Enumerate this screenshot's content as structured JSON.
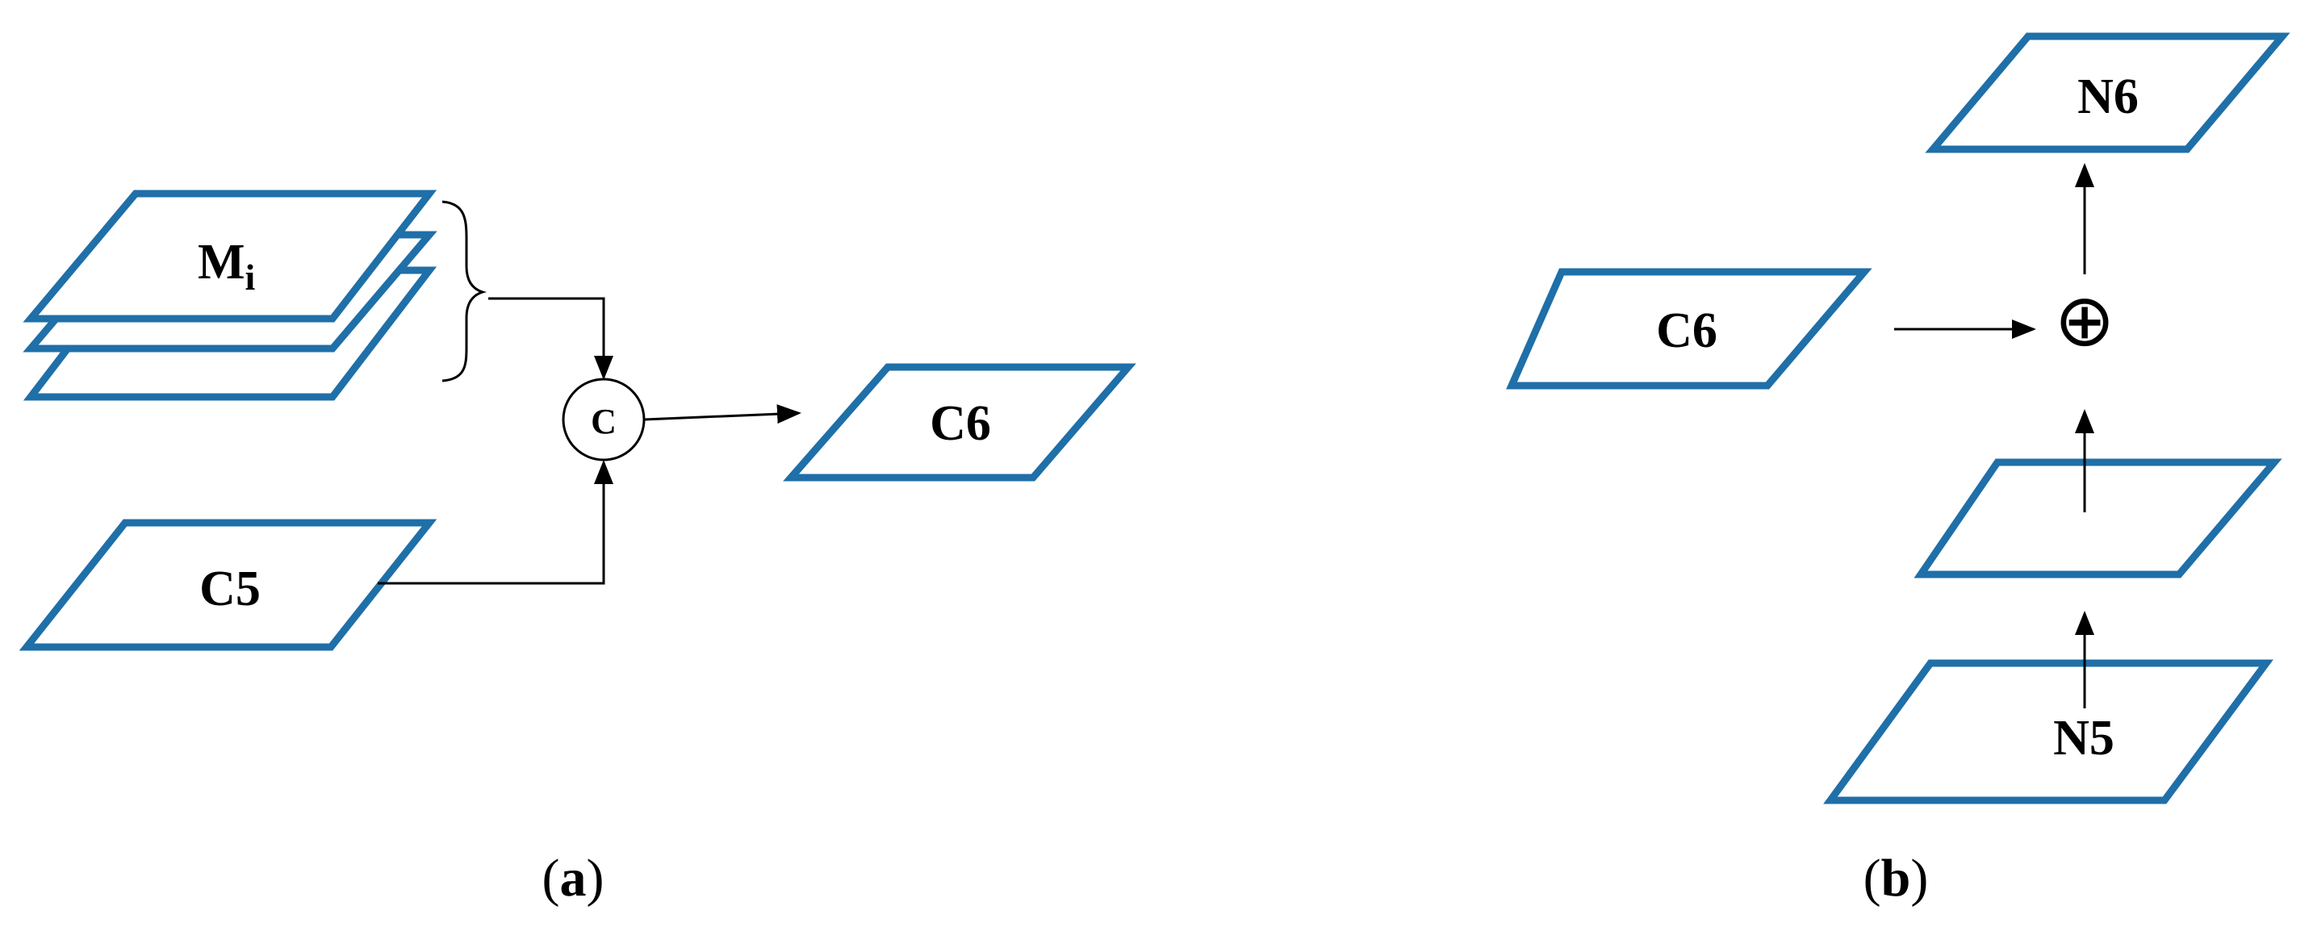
{
  "panel_a": {
    "stack_label_main": "M",
    "stack_label_sub": "i",
    "concat_symbol": "C",
    "input_label": "C5",
    "output_label": "C6",
    "caption_open": "(",
    "caption_letter": "a",
    "caption_close": ")"
  },
  "panel_b": {
    "side_input_label": "C6",
    "add_symbol": "⊕",
    "middle_label": "",
    "bottom_label": "N5",
    "top_label": "N6",
    "caption_open": "(",
    "caption_letter": "b",
    "caption_close": ")"
  },
  "colors": {
    "feature_map_border": "#1f6fa8",
    "arrow": "#000000"
  }
}
